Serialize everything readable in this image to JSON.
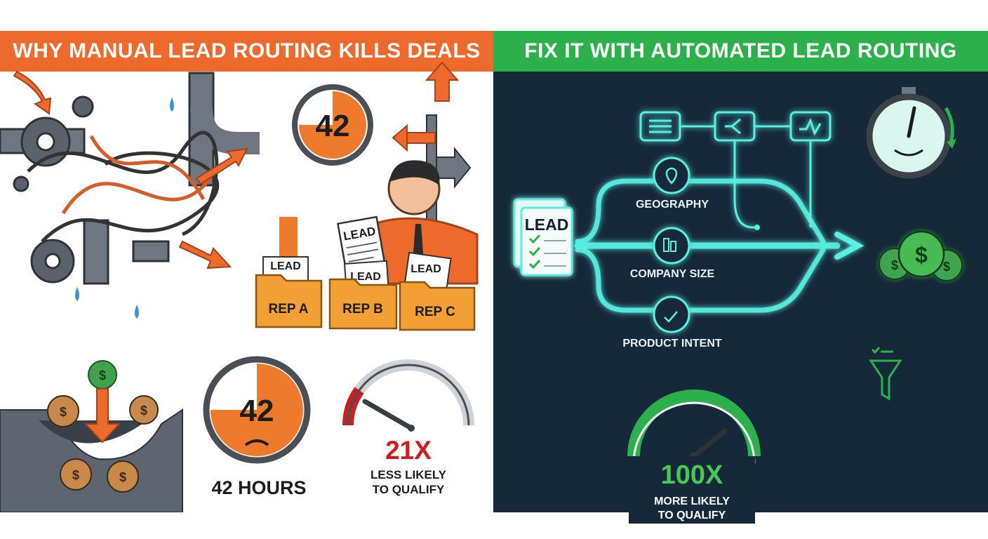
{
  "left": {
    "banner": "WHY MANUAL LEAD ROUTING KILLS DEALS",
    "timer_top": "42",
    "lead_labels": [
      "LEAD",
      "LEAD",
      "LEAD",
      "LEAD"
    ],
    "folders": [
      "REP A",
      "REP B",
      "REP C"
    ],
    "timer_bottom": "42",
    "hours_label": "42 HOURS",
    "gauge_value": "21X",
    "gauge_caption_1": "LESS LIKELY",
    "gauge_caption_2": "TO QUALIFY"
  },
  "right": {
    "banner": "FIX IT WITH AUTOMATED LEAD ROUTING",
    "lead_card": "LEAD",
    "routes": [
      "GEOGRAPHY",
      "COMPANY SIZE",
      "PRODUCT INTENT"
    ],
    "gauge_value": "100X",
    "gauge_caption_1": "MORE LIKELY",
    "gauge_caption_2": "TO QUALIFY"
  },
  "colors": {
    "orange": "#ee6a2c",
    "green": "#2bb04b",
    "navy": "#16293b",
    "neon": "#58f0e0",
    "red": "#c8201e"
  }
}
